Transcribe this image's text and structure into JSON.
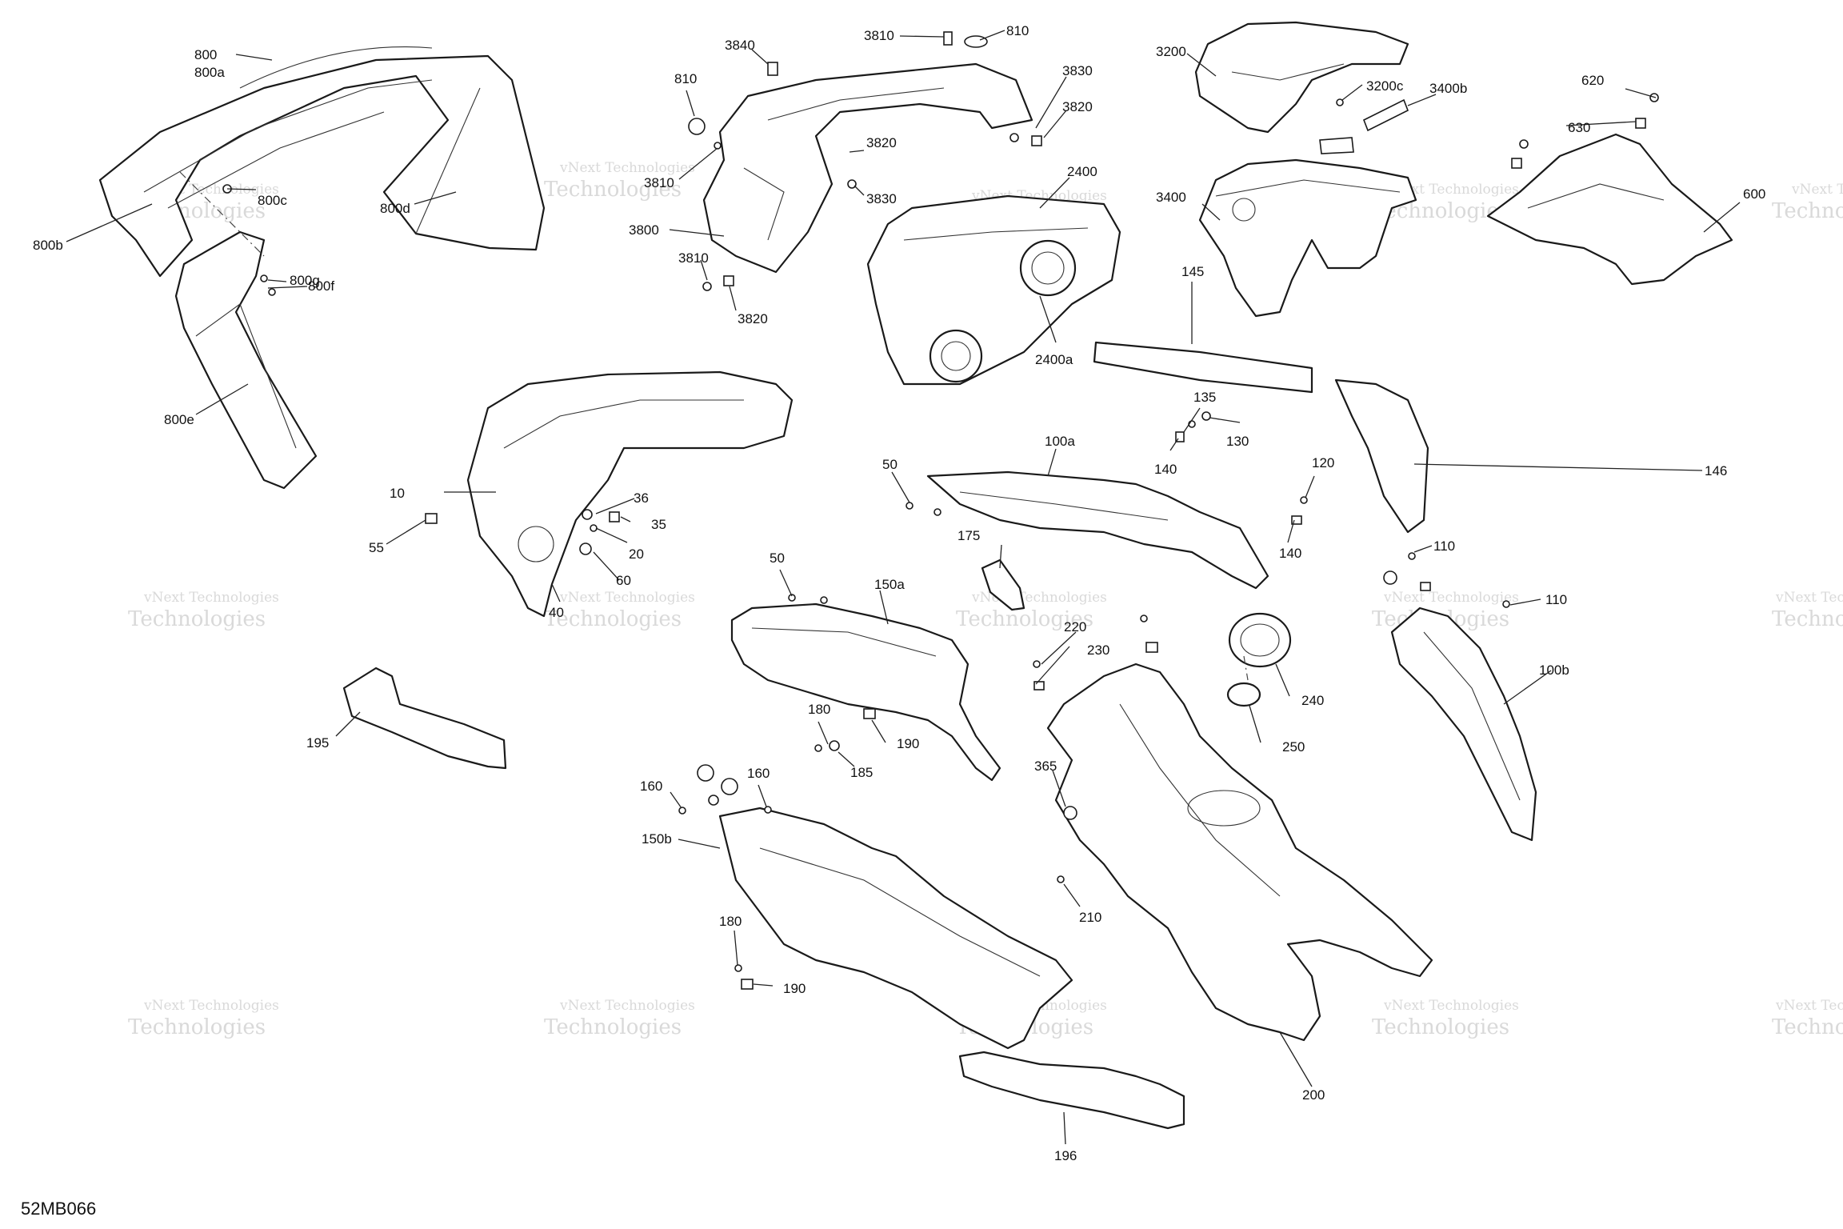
{
  "diagram_code": "52MB066",
  "watermark": {
    "line1": "vNext Technologies",
    "line2": "Technologies"
  },
  "callouts": [
    {
      "id": "c-800",
      "text": "800"
    },
    {
      "id": "c-800a",
      "text": "800a"
    },
    {
      "id": "c-800b",
      "text": "800b"
    },
    {
      "id": "c-800c",
      "text": "800c"
    },
    {
      "id": "c-800d",
      "text": "800d"
    },
    {
      "id": "c-800e",
      "text": "800e"
    },
    {
      "id": "c-800f",
      "text": "800f"
    },
    {
      "id": "c-800g",
      "text": "800g"
    },
    {
      "id": "c-3840",
      "text": "3840"
    },
    {
      "id": "c-3810-top",
      "text": "3810"
    },
    {
      "id": "c-810-top",
      "text": "810"
    },
    {
      "id": "c-810-left",
      "text": "810"
    },
    {
      "id": "c-3830-top",
      "text": "3830"
    },
    {
      "id": "c-3820-top",
      "text": "3820"
    },
    {
      "id": "c-3810-mid",
      "text": "3810"
    },
    {
      "id": "c-3820-mid",
      "text": "3820"
    },
    {
      "id": "c-3830-mid",
      "text": "3830"
    },
    {
      "id": "c-3800",
      "text": "3800"
    },
    {
      "id": "c-3810-low",
      "text": "3810"
    },
    {
      "id": "c-3820-low",
      "text": "3820"
    },
    {
      "id": "c-2400",
      "text": "2400"
    },
    {
      "id": "c-2400a",
      "text": "2400a"
    },
    {
      "id": "c-3200",
      "text": "3200"
    },
    {
      "id": "c-3200c",
      "text": "3200c"
    },
    {
      "id": "c-3400b",
      "text": "3400b"
    },
    {
      "id": "c-3400",
      "text": "3400"
    },
    {
      "id": "c-620",
      "text": "620"
    },
    {
      "id": "c-630",
      "text": "630"
    },
    {
      "id": "c-600",
      "text": "600"
    },
    {
      "id": "c-145",
      "text": "145"
    },
    {
      "id": "c-146",
      "text": "146"
    },
    {
      "id": "c-135",
      "text": "135"
    },
    {
      "id": "c-130",
      "text": "130"
    },
    {
      "id": "c-140-top",
      "text": "140"
    },
    {
      "id": "c-120",
      "text": "120"
    },
    {
      "id": "c-140-low",
      "text": "140"
    },
    {
      "id": "c-100a",
      "text": "100a"
    },
    {
      "id": "c-50-top",
      "text": "50"
    },
    {
      "id": "c-10",
      "text": "10"
    },
    {
      "id": "c-36",
      "text": "36"
    },
    {
      "id": "c-35",
      "text": "35"
    },
    {
      "id": "c-20",
      "text": "20"
    },
    {
      "id": "c-55",
      "text": "55"
    },
    {
      "id": "c-60",
      "text": "60"
    },
    {
      "id": "c-40",
      "text": "40"
    },
    {
      "id": "c-175",
      "text": "175"
    },
    {
      "id": "c-110-top",
      "text": "110"
    },
    {
      "id": "c-110-low",
      "text": "110"
    },
    {
      "id": "c-100b",
      "text": "100b"
    },
    {
      "id": "c-50-low",
      "text": "50"
    },
    {
      "id": "c-150a",
      "text": "150a"
    },
    {
      "id": "c-220",
      "text": "220"
    },
    {
      "id": "c-230",
      "text": "230"
    },
    {
      "id": "c-240",
      "text": "240"
    },
    {
      "id": "c-250",
      "text": "250"
    },
    {
      "id": "c-195",
      "text": "195"
    },
    {
      "id": "c-180-top",
      "text": "180"
    },
    {
      "id": "c-190-top",
      "text": "190"
    },
    {
      "id": "c-185",
      "text": "185"
    },
    {
      "id": "c-365",
      "text": "365"
    },
    {
      "id": "c-160-left",
      "text": "160"
    },
    {
      "id": "c-160-right",
      "text": "160"
    },
    {
      "id": "c-150b",
      "text": "150b"
    },
    {
      "id": "c-210",
      "text": "210"
    },
    {
      "id": "c-180-low",
      "text": "180"
    },
    {
      "id": "c-190-low",
      "text": "190"
    },
    {
      "id": "c-200",
      "text": "200"
    },
    {
      "id": "c-196",
      "text": "196"
    }
  ]
}
